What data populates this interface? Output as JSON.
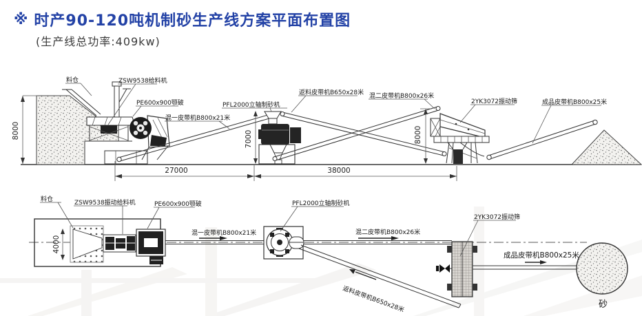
{
  "title": {
    "marker": "※",
    "text": "时产90-120吨机制砂生产线方案平面布置图",
    "subtitle": "(生产线总功率:409kw)"
  },
  "colors": {
    "title_blue": "#2342a6",
    "drawing_line": "#333333",
    "background": "#ffffff"
  },
  "elevation": {
    "labels": {
      "silo": "料仓",
      "feeder": "ZSW9538给料机",
      "jaw_crusher": "PE600x900颚破",
      "belt1": "混一皮带机B800x21米",
      "sand_maker": "PFL2000立轴制砂机",
      "return_belt": "返料皮带机B650x28米",
      "belt2": "混二皮带机B800x26米",
      "screen": "2YK3072振动筛",
      "product_belt": "成品皮带机B800x25米"
    },
    "dimensions": {
      "height_left": "8000",
      "height_mid": "7000",
      "height_right": "8000",
      "span1": "27000",
      "span2": "38000"
    }
  },
  "plan": {
    "labels": {
      "silo": "料仓",
      "feeder": "ZSW9538振动给料机",
      "jaw_crusher": "PE600x900颚破",
      "belt1": "混一皮带机B800x21米",
      "sand_maker": "PFL2000立轴制砂机",
      "belt2": "混二皮带机B800x26米",
      "return_belt": "返料皮带机B650x28米",
      "screen": "2YK3072振动筛",
      "product_belt": "成品皮带机B800x25米",
      "sand_pile": "砂"
    },
    "dimensions": {
      "hopper_width": "4000"
    }
  }
}
